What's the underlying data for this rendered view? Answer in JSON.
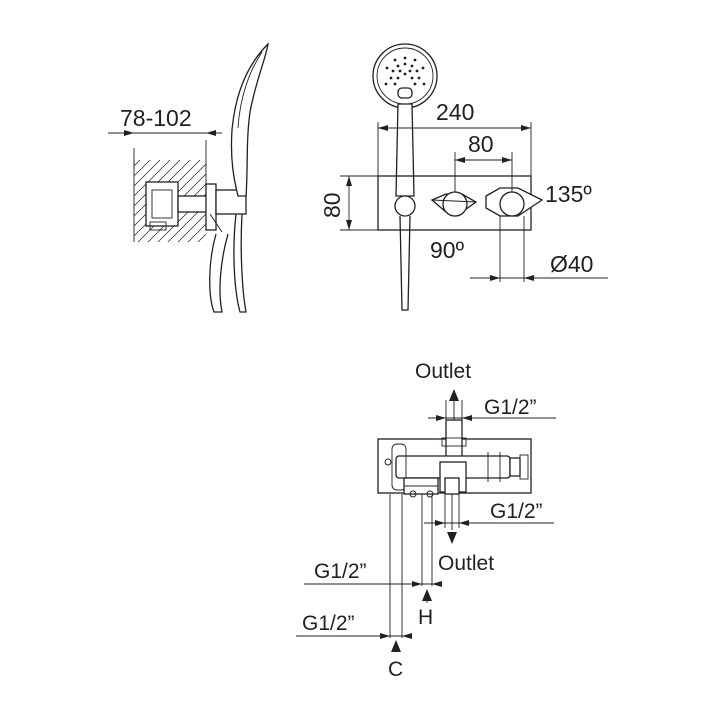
{
  "dimensions": {
    "depth_range": "78-102",
    "total_width": "240",
    "handle_spacing": "80",
    "plate_height": "80",
    "handle_rotation_right": "135º",
    "handle_rotation_left": "90º",
    "handle_diameter": "Ø40"
  },
  "connections": {
    "top_outlet_label": "Outlet",
    "top_outlet_thread": "G1/2”",
    "bottom_outlet_thread": "G1/2”",
    "bottom_outlet_label": "Outlet",
    "hot_thread": "G1/2”",
    "hot_label": "H",
    "cold_thread": "G1/2”",
    "cold_label": "C"
  }
}
